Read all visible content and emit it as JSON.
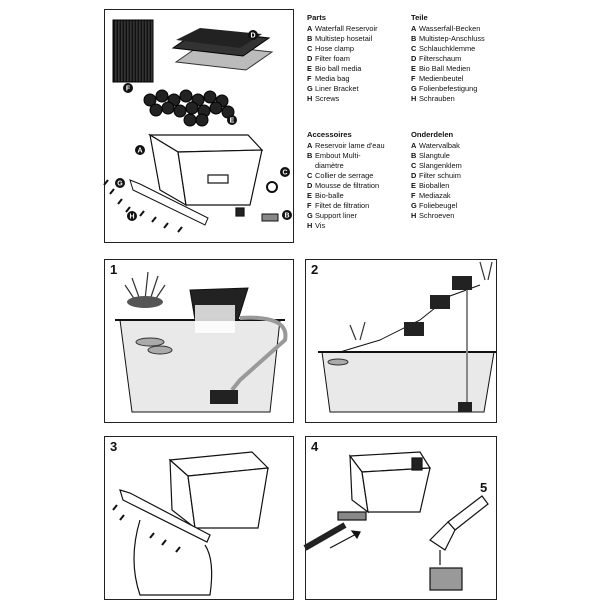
{
  "legend": {
    "parts": {
      "heading": "Parts",
      "items": [
        {
          "key": "A",
          "text": "Waterfall Reservoir"
        },
        {
          "key": "B",
          "text": "Multistep hosetail"
        },
        {
          "key": "C",
          "text": "Hose clamp"
        },
        {
          "key": "D",
          "text": "Filter foam"
        },
        {
          "key": "E",
          "text": "Bio ball media"
        },
        {
          "key": "F",
          "text": "Media bag"
        },
        {
          "key": "G",
          "text": "Liner Bracket"
        },
        {
          "key": "H",
          "text": "Screws"
        }
      ]
    },
    "teile": {
      "heading": "Teile",
      "items": [
        {
          "key": "A",
          "text": "Wasserfall-Becken"
        },
        {
          "key": "B",
          "text": "Multistep-Anschluss"
        },
        {
          "key": "C",
          "text": "Schlauchklemme"
        },
        {
          "key": "D",
          "text": "Filterschaum"
        },
        {
          "key": "E",
          "text": "Bio Ball Medien"
        },
        {
          "key": "F",
          "text": "Medienbeutel"
        },
        {
          "key": "G",
          "text": "Folienbefestigung"
        },
        {
          "key": "H",
          "text": "Schrauben"
        }
      ]
    },
    "accessoires": {
      "heading": "Accessoires",
      "items": [
        {
          "key": "A",
          "text": "Reservoir lame d'eau"
        },
        {
          "key": "B",
          "text": "Embout Multi-\ndiamètre"
        },
        {
          "key": "C",
          "text": "Collier de serrage"
        },
        {
          "key": "D",
          "text": "Mousse de filtration"
        },
        {
          "key": "E",
          "text": "Bio-balle"
        },
        {
          "key": "F",
          "text": "Filtet de filtration"
        },
        {
          "key": "G",
          "text": "Support liner"
        },
        {
          "key": "H",
          "text": "Vis"
        }
      ]
    },
    "onderdelen": {
      "heading": "Onderdelen",
      "items": [
        {
          "key": "A",
          "text": "Watervalbak"
        },
        {
          "key": "B",
          "text": "Slangtule"
        },
        {
          "key": "C",
          "text": "Slangenklem"
        },
        {
          "key": "D",
          "text": "Filter schuim"
        },
        {
          "key": "E",
          "text": "Bioballen"
        },
        {
          "key": "F",
          "text": "Mediazak"
        },
        {
          "key": "G",
          "text": "Foliebeugel"
        },
        {
          "key": "H",
          "text": "Schroeven"
        }
      ]
    }
  },
  "diagram_labels": {
    "A": "A",
    "B": "B",
    "C": "C",
    "D": "D",
    "E": "E",
    "F": "F",
    "G": "G",
    "H": "H"
  },
  "steps": {
    "s1": "1",
    "s2": "2",
    "s3": "3",
    "s4": "4",
    "s5": "5"
  }
}
